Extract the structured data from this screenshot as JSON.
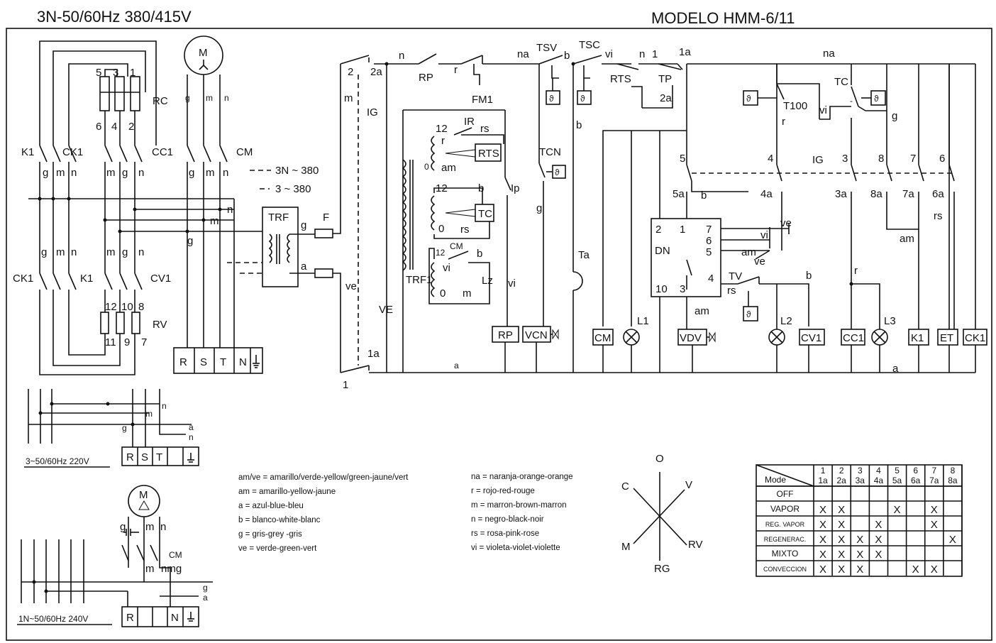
{
  "header": {
    "supply": "3N-50/60Hz 380/415V",
    "model": "MODELO HMM-6/11"
  },
  "components": {
    "motor": "M",
    "rc": "RC",
    "rv": "RV",
    "rc_pins": [
      "5",
      "3",
      "1",
      "6",
      "4",
      "2"
    ],
    "rv_pins": [
      "12",
      "10",
      "8",
      "11",
      "9",
      "7"
    ],
    "contactors_top": [
      "K1",
      "CK1",
      "CC1",
      "CM"
    ],
    "contactors_bottom": [
      "CK1",
      "K1",
      "CV1"
    ],
    "voltage_3n": "3N ~ 380",
    "voltage_3": "3 ~ 380",
    "trf": "TRF",
    "fuse": "F",
    "trf1": "TRF1",
    "terminals": [
      "R",
      "S",
      "T",
      "N"
    ],
    "ig": "IG",
    "ve_lbl": "VE",
    "rp": "RP",
    "fm1": "FM1",
    "tsv": "TSV",
    "tsc": "TSC",
    "rts": "RTS",
    "tp": "TP",
    "ir": "IR",
    "tc": "TC",
    "cm": "CM",
    "lz": "Lz",
    "ip": "Ip",
    "tcn": "TCN",
    "ta": "Ta",
    "t100": "T100",
    "dn": "DN",
    "tv": "TV",
    "dn_pins": [
      "2",
      "1",
      "7",
      "6",
      "5",
      "10",
      "3",
      "4"
    ],
    "loads": [
      "RP",
      "VCN",
      "CM",
      "L1",
      "VDV",
      "L2",
      "CV1",
      "CC1",
      "L3",
      "K1",
      "ET",
      "CK1"
    ],
    "switch_top": [
      "5",
      "4",
      "3",
      "8",
      "7",
      "6"
    ],
    "switch_bot": [
      "5a",
      "4a",
      "3a",
      "8a",
      "7a",
      "6a"
    ],
    "ig_terms": [
      "1",
      "1a",
      "2",
      "2a"
    ],
    "wires": {
      "na": "na",
      "n": "n",
      "r": "r",
      "b": "b",
      "vi": "vi",
      "g": "g",
      "m": "m",
      "a": "a",
      "ve": "ve",
      "am": "am",
      "rs": "rs",
      "zero": "0",
      "twelve": "12",
      "one": "1",
      "twoA": "2a",
      "oneA": "1a"
    }
  },
  "sub_220": {
    "label": "3~50/60Hz 220V",
    "terminals": [
      "R",
      "S",
      "T"
    ]
  },
  "sub_240": {
    "label": "1N~50/60Hz 240V",
    "terminals": [
      "R",
      "N"
    ],
    "cm": "CM",
    "nmg": "nmg"
  },
  "legend_left": [
    "am/ve = amarillo/verde-yellow/green-jaune/vert",
    "am = amarillo-yellow-jaune",
    "a = azul-blue-bleu",
    "b = blanco-white-blanc",
    "g = gris-grey -gris",
    "ve = verde-green-vert"
  ],
  "legend_right": [
    "na = naranja-orange-orange",
    "r = rojo-red-rouge",
    "m = marron-brown-marron",
    "n = negro-black-noir",
    "rs = rosa-pink-rose",
    "vi = violeta-violet-violette"
  ],
  "selector": {
    "labels": [
      "O",
      "V",
      "RV",
      "RG",
      "M",
      "C"
    ]
  },
  "mode_table": {
    "mode_header": "Mode",
    "col_top": [
      "1",
      "2",
      "3",
      "4",
      "5",
      "6",
      "7",
      "8"
    ],
    "col_bot": [
      "1a",
      "2a",
      "3a",
      "4a",
      "5a",
      "6a",
      "7a",
      "8a"
    ],
    "rows": [
      {
        "name": "OFF",
        "marks": [
          "",
          "",
          "",
          "",
          "",
          "",
          "",
          ""
        ]
      },
      {
        "name": "VAPOR",
        "marks": [
          "X",
          "X",
          "",
          "",
          "X",
          "",
          "X",
          ""
        ]
      },
      {
        "name": "REG. VAPOR",
        "marks": [
          "X",
          "X",
          "",
          "X",
          "",
          "",
          "X",
          ""
        ]
      },
      {
        "name": "REGENERAC.",
        "marks": [
          "X",
          "X",
          "X",
          "X",
          "",
          "",
          "",
          "X"
        ]
      },
      {
        "name": "MIXTO",
        "marks": [
          "X",
          "X",
          "X",
          "X",
          "",
          "",
          "",
          ""
        ]
      },
      {
        "name": "CONVECCION",
        "marks": [
          "X",
          "X",
          "X",
          "",
          "",
          "X",
          "X",
          ""
        ]
      }
    ]
  }
}
